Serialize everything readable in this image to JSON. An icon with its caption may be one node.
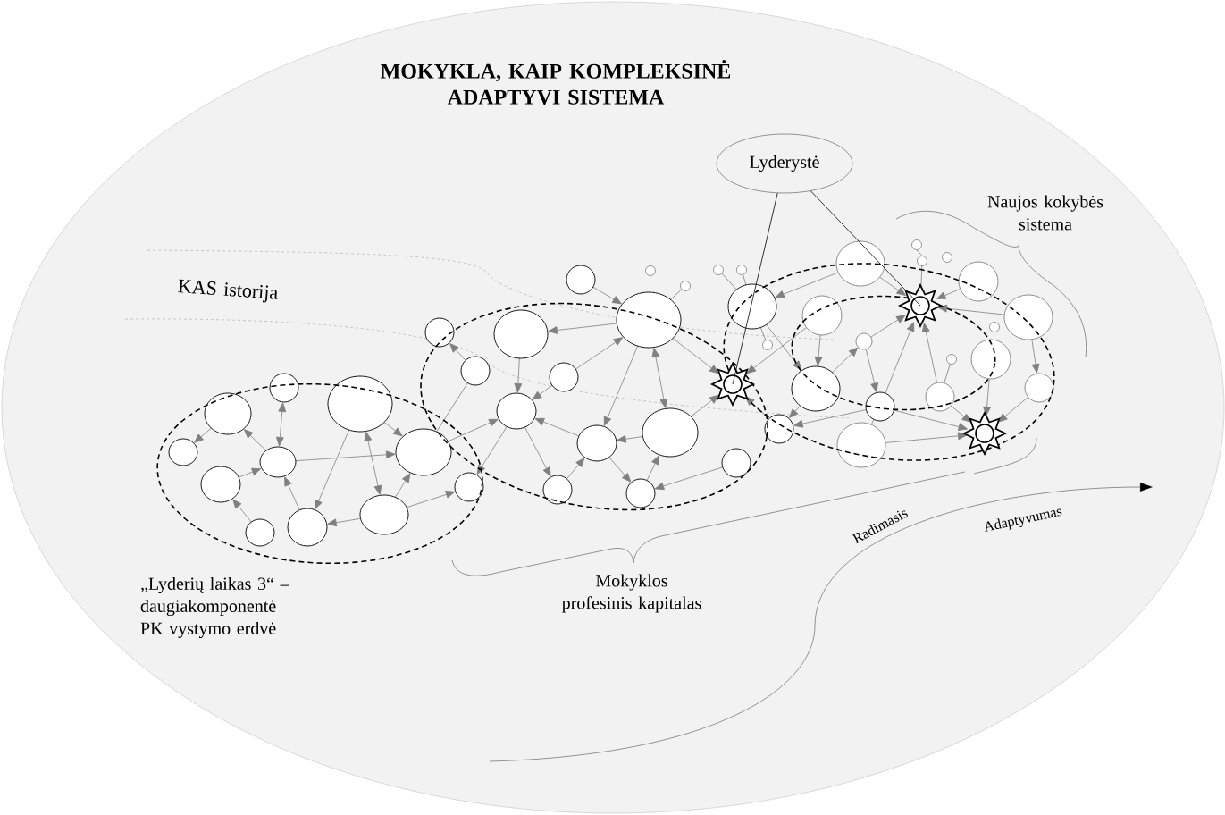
{
  "diagram": {
    "title": "MOKYKLA, KAIP KOMPLEKSINĖ ADAPTYVI SISTEMA",
    "nodes": [
      {
        "text": [
          "Lyderystė"
        ]
      },
      {
        "text": [],
        "shape": "star"
      },
      {
        "text": [],
        "shape": "star"
      },
      {
        "text": [],
        "shape": "star"
      }
    ],
    "edges": [
      {
        "from": 0,
        "to": 1,
        "arrow": "none"
      },
      {
        "from": 0,
        "to": 2,
        "arrow": "none"
      }
    ],
    "labels": [
      "Naujos kokybės sistema",
      "KAS istorija",
      "„Lyderių laikas 3“ – daugiakomponentė PK vystymo erdvė",
      "Mokyklos profesinis kapitalas",
      "Radimasis",
      "Adaptyvumas"
    ]
  }
}
